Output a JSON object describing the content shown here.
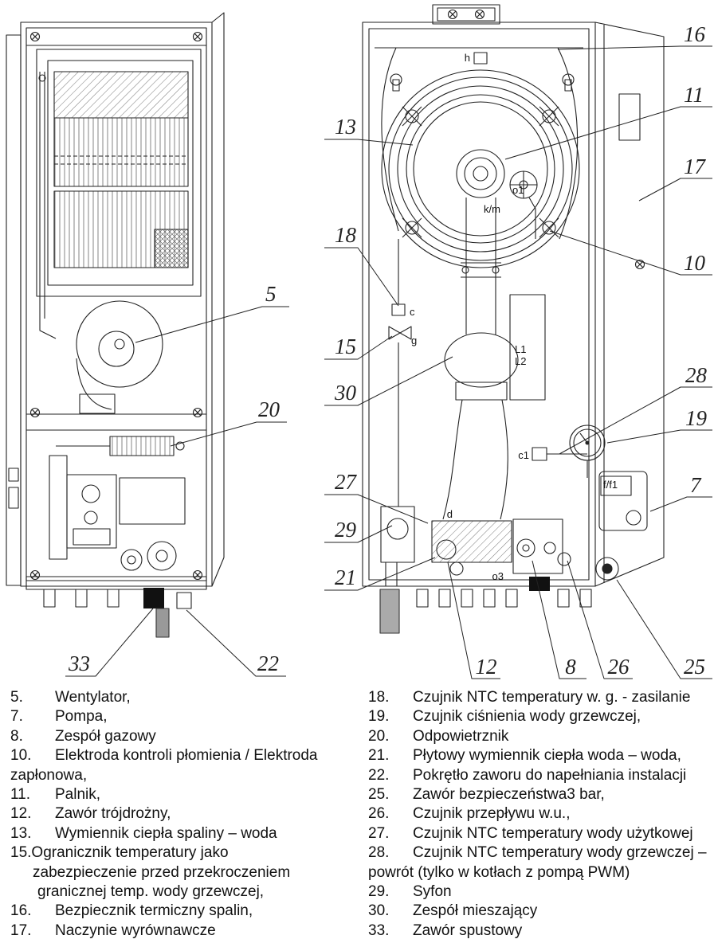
{
  "figure": {
    "left_view": {
      "callouts": {
        "c5": "5",
        "c20": "20",
        "c33": "33",
        "c22": "22"
      }
    },
    "right_view": {
      "callouts": {
        "c16": "16",
        "c11": "11",
        "c17": "17",
        "c10": "10",
        "c13": "13",
        "c18": "18",
        "c15": "15",
        "c30": "30",
        "c28": "28",
        "c19": "19",
        "c7": "7",
        "c27": "27",
        "c29": "29",
        "c21": "21",
        "c12": "12",
        "c8": "8",
        "c26": "26",
        "c25": "25"
      },
      "part_labels": {
        "h": "h",
        "o1": "o1",
        "km": "k/m",
        "c": "c",
        "g": "g",
        "L1": "L1",
        "L2": "L2",
        "c1": "c1",
        "ff1": "f/f1",
        "d": "d",
        "o3": "o3"
      }
    }
  },
  "legend": {
    "left_column": [
      {
        "num": "5.",
        "lines": [
          "Wentylator,"
        ]
      },
      {
        "num": "7.",
        "lines": [
          "Pompa,"
        ]
      },
      {
        "num": "8.",
        "lines": [
          "Zespół gazowy"
        ]
      },
      {
        "num": "10.",
        "lines": [
          "Elektroda kontroli płomienia / Elektroda",
          "zapłonowa,"
        ]
      },
      {
        "num": "11.",
        "lines": [
          "Palnik,"
        ]
      },
      {
        "num": "12.",
        "lines": [
          "Zawór trójdrożny,"
        ]
      },
      {
        "num": "13.",
        "lines": [
          "Wymiennik ciepła spaliny – woda"
        ]
      },
      {
        "num": "15.",
        "lines": [
          "Ogranicznik temperatury jako",
          "zabezpieczenie przed przekroczeniem",
          "granicznej temp. wody grzewczej,"
        ]
      },
      {
        "num": "16.",
        "lines": [
          "Bezpiecznik termiczny spalin,"
        ]
      },
      {
        "num": "17.",
        "lines": [
          "Naczynie wyrównawcze"
        ]
      }
    ],
    "right_column": [
      {
        "num": "18.",
        "lines": [
          "Czujnik NTC temperatury w. g. - zasilanie"
        ]
      },
      {
        "num": "19.",
        "lines": [
          "Czujnik ciśnienia wody grzewczej,"
        ]
      },
      {
        "num": "20.",
        "lines": [
          "Odpowietrznik"
        ]
      },
      {
        "num": "21.",
        "lines": [
          "Płytowy wymiennik ciepła woda – woda,"
        ]
      },
      {
        "num": "22.",
        "lines": [
          "Pokrętło zaworu do napełniania instalacji"
        ]
      },
      {
        "num": "25.",
        "lines": [
          "Zawór bezpieczeństwa3 bar,"
        ]
      },
      {
        "num": "26.",
        "lines": [
          "Czujnik przepływu w.u.,"
        ]
      },
      {
        "num": "27.",
        "lines": [
          "Czujnik NTC temperatury wody użytkowej"
        ]
      },
      {
        "num": "28.",
        "lines": [
          "Czujnik NTC temperatury wody grzewczej –",
          "powrót (tylko w kotłach z pompą PWM)"
        ]
      },
      {
        "num": "29.",
        "lines": [
          "Syfon"
        ]
      },
      {
        "num": "30.",
        "lines": [
          "Zespół mieszający"
        ]
      },
      {
        "num": "33.",
        "lines": [
          "Zawór spustowy"
        ]
      }
    ]
  },
  "colors": {
    "line": "#222222",
    "background": "#ffffff"
  }
}
